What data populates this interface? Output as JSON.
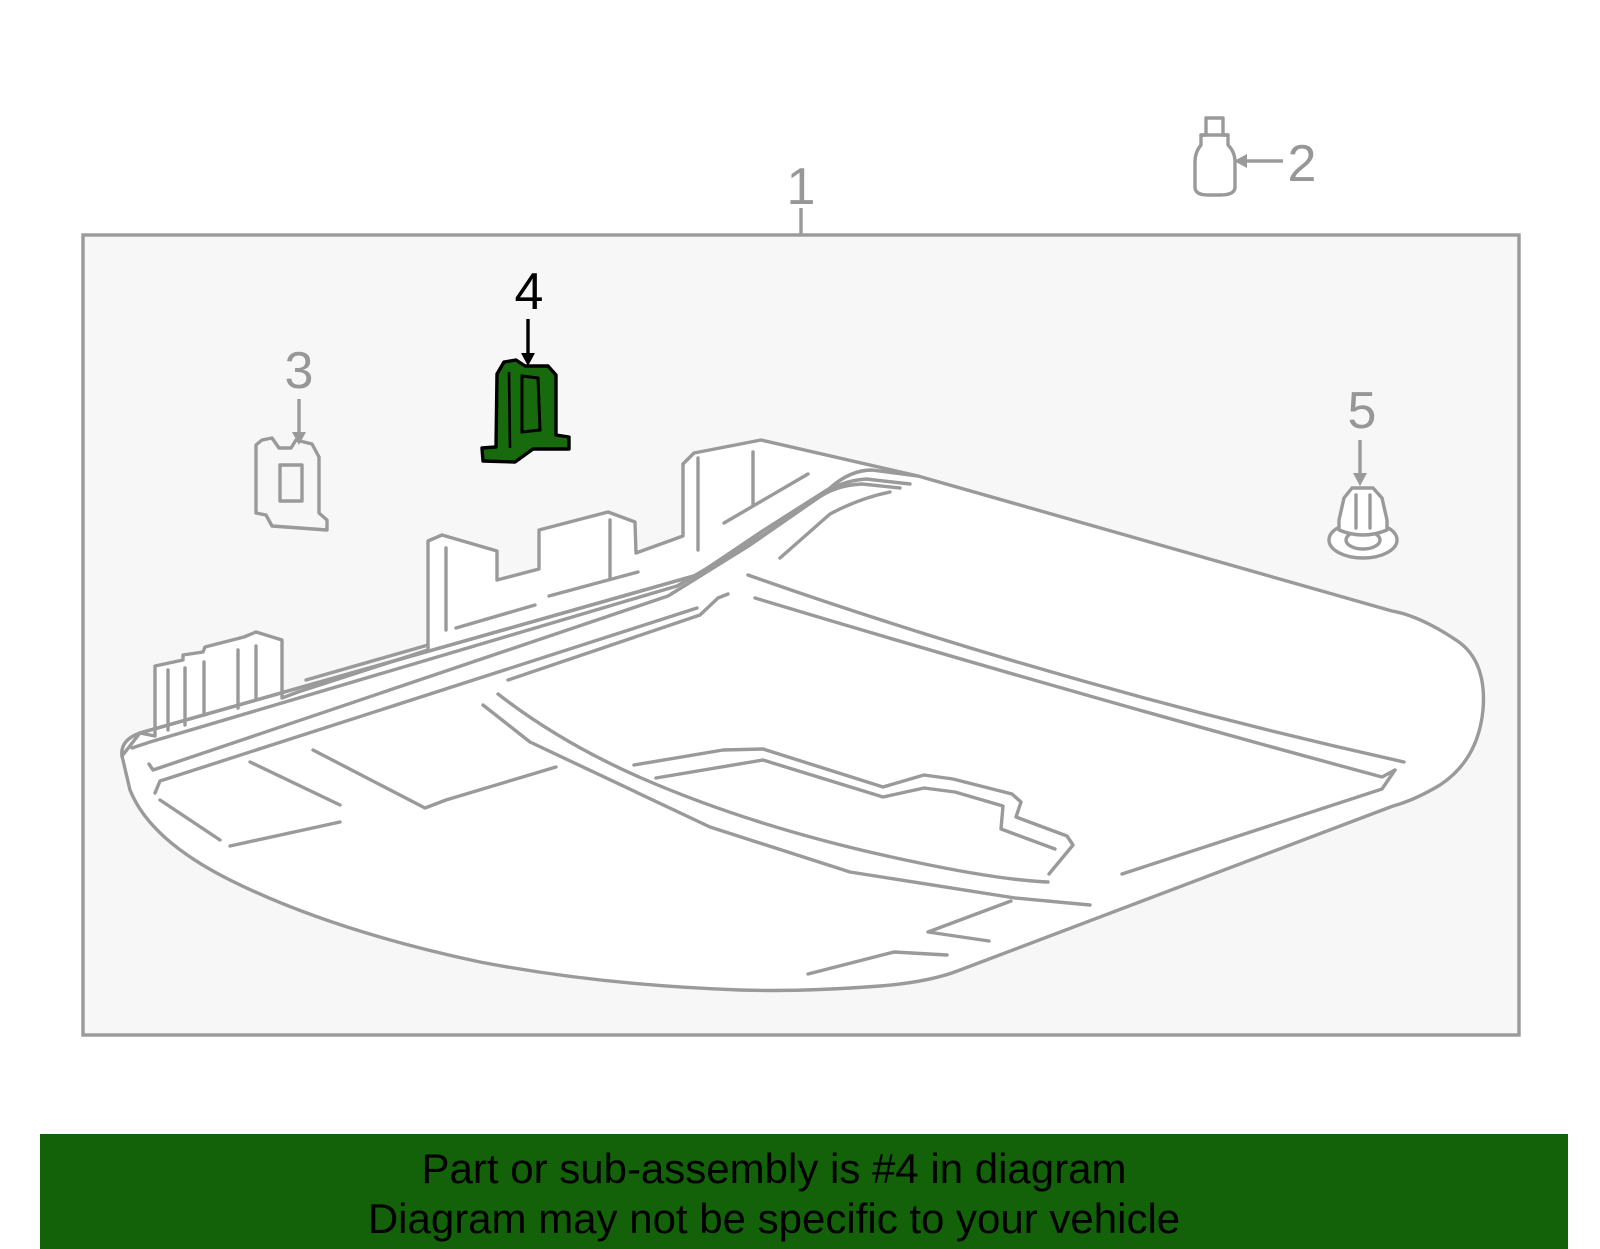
{
  "callouts": {
    "part_1": "1",
    "part_2": "2",
    "part_3": "3",
    "part_4": "4",
    "part_5": "5"
  },
  "highlighted_part": "4",
  "colors": {
    "highlight": "#176b0d",
    "banner": "#136109",
    "line": "#9a9a9a",
    "panel": "#f7f7f7"
  },
  "footer": {
    "line1": "Part or sub-assembly is #4 in diagram",
    "line2": "Diagram may not be specific to your vehicle"
  }
}
